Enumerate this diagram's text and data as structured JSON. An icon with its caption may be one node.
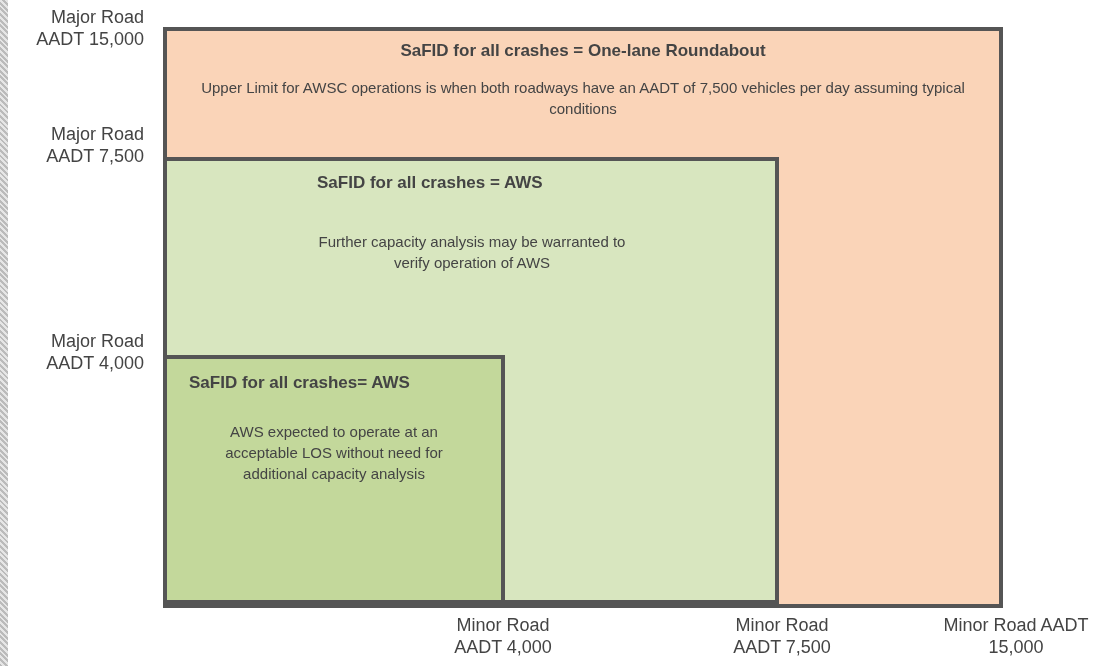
{
  "diagram": {
    "nodes": [
      {
        "text": [
          "SaFID for all crashes = One-lane Roundabout",
          "Upper Limit for AWSC operations is when both roadways have an AADT of 7,500 vehicles per day assuming typical conditions"
        ]
      },
      {
        "text": [
          "SaFID for all crashes = AWS",
          "Further capacity analysis may be warranted to verify operation of AWS"
        ],
        "in": 0
      },
      {
        "text": [
          "SaFID for all crashes= AWS",
          "AWS expected to operate at an acceptable LOS without need for additional capacity analysis"
        ],
        "in": 1
      }
    ],
    "edges": [],
    "labels": [
      "Major Road AADT 15,000",
      "Major Road AADT 7,500",
      "Major Road AADT 4,000",
      "Minor Road AADT 4,000",
      "Minor Road AADT 7,500",
      "Minor Road AADT 15,000"
    ]
  }
}
